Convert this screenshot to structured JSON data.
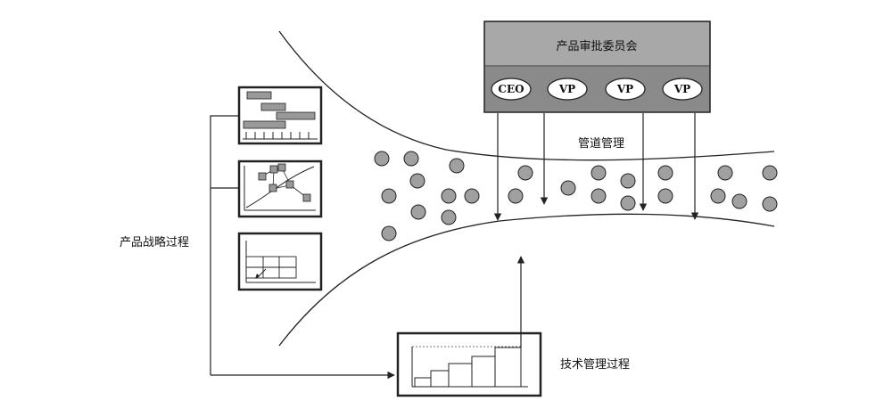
{
  "committee": {
    "title": "产品审批委员会",
    "members": [
      "CEO",
      "VP",
      "VP",
      "VP"
    ]
  },
  "pipeline_label": "管道管理",
  "strategy_label": "产品战略过程",
  "tech_label": "技术管理过程",
  "colors": {
    "committee_header": "#a8a8a8",
    "committee_body": "#8a8a8a",
    "circle_fill": "#a0a0a0",
    "line": "#222222"
  }
}
